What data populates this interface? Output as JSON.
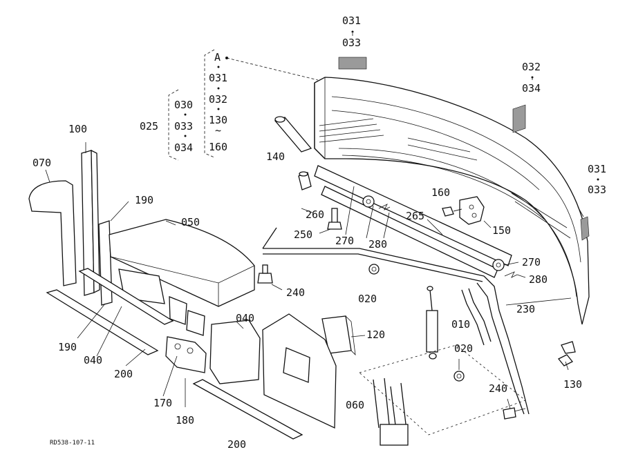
{
  "footer": {
    "ref_code": "RD538-107-11"
  },
  "labels": {
    "l031a": "031",
    "l033a": "033",
    "l032r": "032",
    "l034r": "034",
    "l031r": "031",
    "l033r": "033",
    "lA": "A",
    "l031m": "031",
    "l032m": "032",
    "l130m": "130",
    "l160m": "160",
    "l025": "025",
    "l030": "030",
    "l033m": "033",
    "l034m": "034",
    "l100": "100",
    "l070": "070",
    "l190a": "190",
    "l050": "050",
    "l140": "140",
    "l260": "260",
    "l250": "250",
    "l270a": "270",
    "l280a": "280",
    "l265": "265",
    "l160": "160",
    "l150": "150",
    "l270b": "270",
    "l280b": "280",
    "l240a": "240",
    "l020a": "020",
    "l230": "230",
    "l010": "010",
    "l040a": "040",
    "l120": "120",
    "l020b": "020",
    "l130": "130",
    "l190b": "190",
    "l040b": "040",
    "l200a": "200",
    "l170": "170",
    "l180": "180",
    "l240b": "240",
    "l060": "060",
    "l200b": "200"
  }
}
